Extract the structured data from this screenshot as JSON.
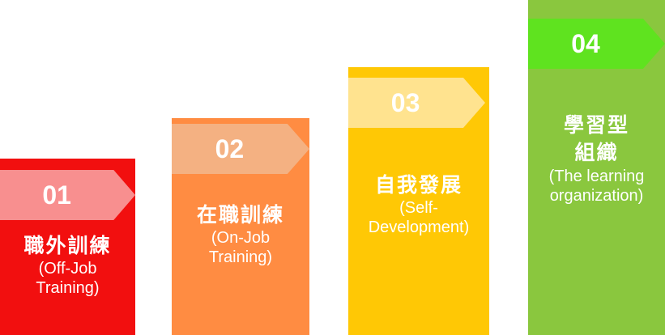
{
  "steps": [
    {
      "number": "01",
      "title_zh": "職外訓練",
      "title_en": "(Off-Job\nTraining)"
    },
    {
      "number": "02",
      "title_zh": "在職訓練",
      "title_en": "(On-Job\nTraining)"
    },
    {
      "number": "03",
      "title_zh": "自我發展",
      "title_en": "(Self-\nDevelopment)"
    },
    {
      "number": "04",
      "title_zh": "學習型\n組織",
      "title_en": "(The learning\norganization)"
    }
  ],
  "colors": {
    "step1": "#f20f0f",
    "step1_tag": "#f88f8f",
    "step2": "#ff8c42",
    "step2_tag": "#f4b182",
    "step3": "#ffc805",
    "step3_tag": "#ffe38f",
    "step4": "#8ac73e",
    "step4_tag": "#5fe31f"
  }
}
